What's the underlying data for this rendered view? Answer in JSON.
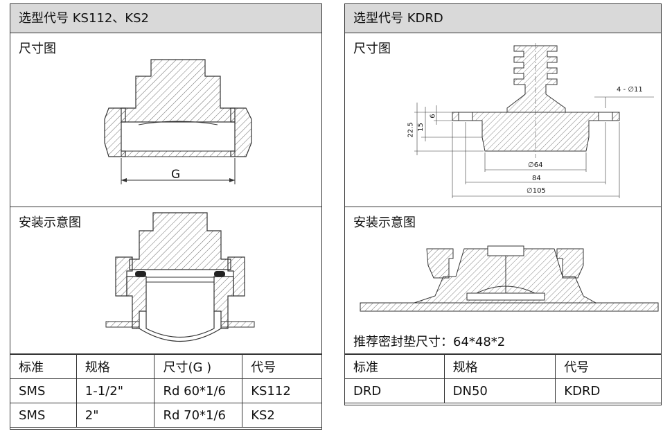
{
  "left": {
    "title": "选型代号 KS112、KS2",
    "dim_label": "尺寸图",
    "install_label": "安装示意图",
    "g_label": "G",
    "table": {
      "headers": [
        "标准",
        "规格",
        "尺寸(G )",
        "代号"
      ],
      "rows": [
        [
          "SMS",
          "1-1/2\"",
          "Rd 60*1/6",
          "KS112"
        ],
        [
          "SMS",
          "2\"",
          "Rd 70*1/6",
          "KS2"
        ]
      ]
    }
  },
  "right": {
    "title": "选型代号 KDRD",
    "dim_label": "尺寸图",
    "install_label": "安装示意图",
    "gasket_note": "推荐密封垫尺寸：64*48*2",
    "dims": {
      "holes": "4 - ∅11",
      "d22": "22.5",
      "d15": "15",
      "d6": "6",
      "d64": "∅64",
      "d84": "84",
      "d105": "∅105"
    },
    "table": {
      "headers": [
        "标准",
        "规格",
        "代号"
      ],
      "rows": [
        [
          "DRD",
          "DN50",
          "KDRD"
        ]
      ]
    }
  }
}
